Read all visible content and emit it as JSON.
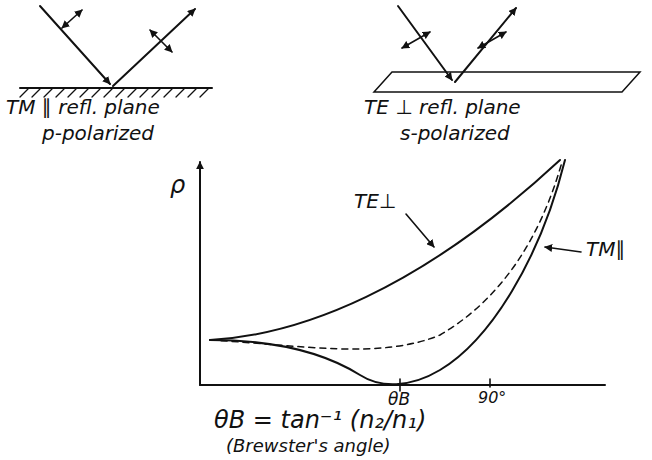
{
  "diagram": {
    "labels": [
      "TM ∥ refl. plane",
      "TE ⊥ refl. plane",
      "p-polarized",
      "s-polarized",
      "ρ",
      "TE⊥",
      "TM∥",
      "θB",
      "90°",
      "θB = tan⁻¹ (n₂/n₁)",
      "(Brewster's angle)"
    ]
  }
}
